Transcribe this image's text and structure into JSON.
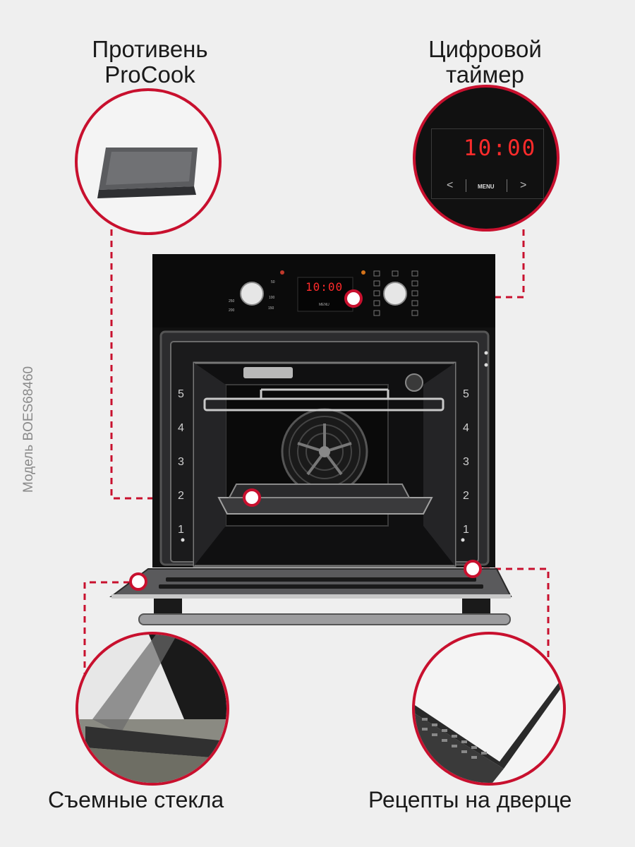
{
  "features": {
    "tray": {
      "title": "Противень\nProCook"
    },
    "timer": {
      "title": "Цифровой\nтаймер",
      "display": "10:00",
      "menu": "MENU",
      "prev": "<",
      "next": ">"
    },
    "glass": {
      "title": "Съемные стекла"
    },
    "recipes": {
      "title": "Рецепты на дверце"
    }
  },
  "model_label": "Модель BOES68460",
  "oven": {
    "display": "10:00",
    "menu": "MENU",
    "temp_scale": [
      "50",
      "100",
      "150",
      "200",
      "250"
    ],
    "rack_levels": [
      "5",
      "4",
      "3",
      "2",
      "1"
    ]
  },
  "colors": {
    "accent": "#c8102e",
    "display_red": "#ff2b2b",
    "panel": "#0b0b0b"
  }
}
